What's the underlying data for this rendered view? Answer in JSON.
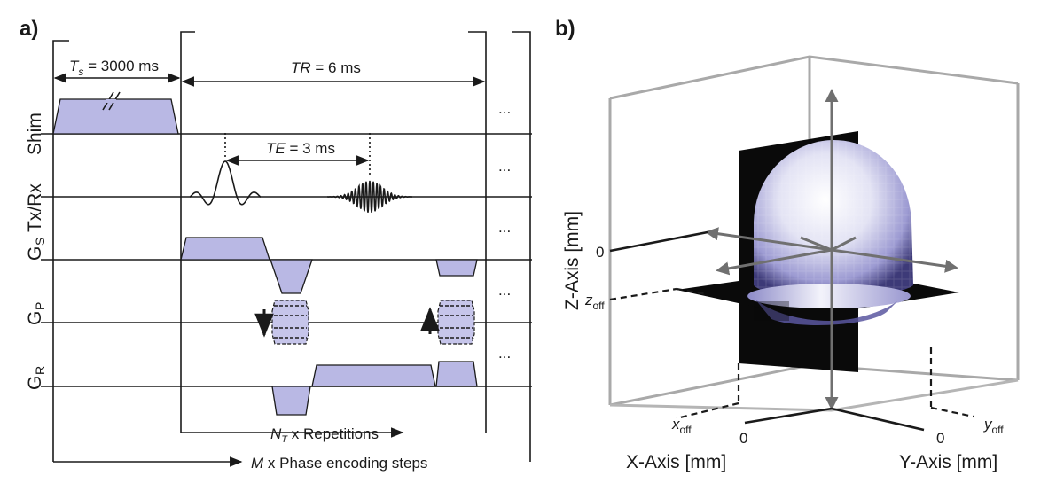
{
  "panel_a": {
    "label": "a)",
    "channels": [
      "Tx/Rx",
      "Shim",
      "G",
      "G",
      "G"
    ],
    "channel_subs": [
      "S",
      "P",
      "R"
    ],
    "ts_symbol": "T",
    "ts_sub": "s",
    "ts_value": " = 3000 ms",
    "tr_symbol": "TR",
    "tr_value": " = 6 ms",
    "te_symbol": "TE",
    "te_value": " = 3 ms",
    "ellipsis": "...",
    "nt_symbol": "N",
    "nt_sub": "T",
    "nt_text": " x Repetitions",
    "m_symbol": "M",
    "m_text": " x Phase encoding steps"
  },
  "panel_b": {
    "label": "b)",
    "z_axis": "Z-Axis [mm]",
    "x_axis": "X-Axis [mm]",
    "y_axis": "Y-Axis [mm]",
    "zero": "0",
    "z_off": "z",
    "x_off": "x",
    "y_off": "y",
    "off_sub": "off"
  }
}
